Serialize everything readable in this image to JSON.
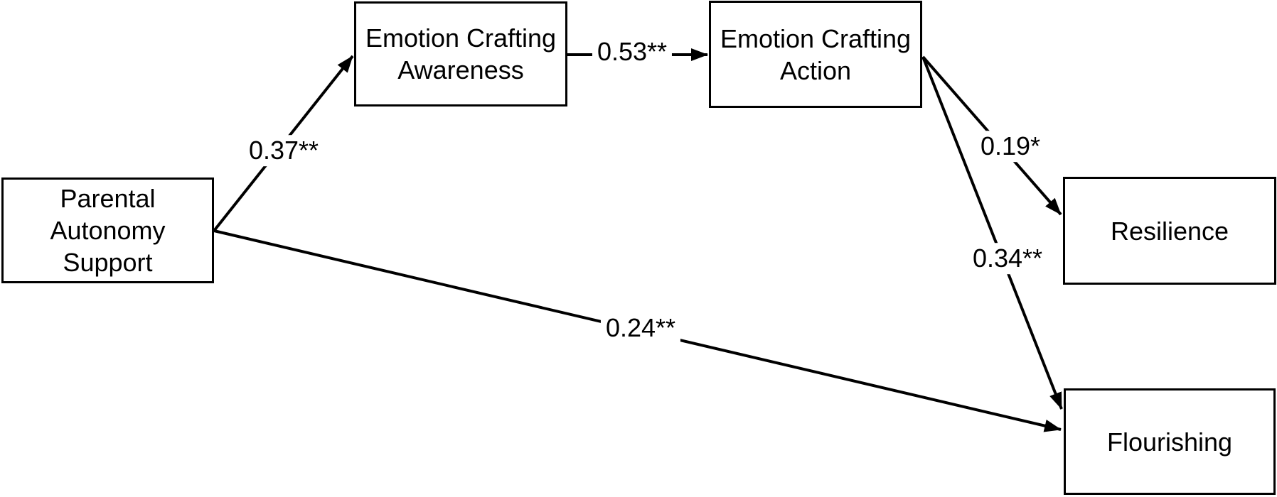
{
  "figure": {
    "background_color": "#ffffff",
    "stroke_color": "#000000",
    "nodes": [
      {
        "id": "parental-autonomy-support",
        "label": "Parental\nAutonomy\nSupport"
      },
      {
        "id": "emotion-crafting-awareness",
        "label": "Emotion Crafting\nAwareness"
      },
      {
        "id": "emotion-crafting-action",
        "label": "Emotion Crafting\nAction"
      },
      {
        "id": "resilience",
        "label": "Resilience"
      },
      {
        "id": "flourishing",
        "label": "Flourishing"
      }
    ],
    "paths": [
      {
        "from": "parental-autonomy-support",
        "to": "emotion-crafting-awareness",
        "coefficient": "0.37**"
      },
      {
        "from": "emotion-crafting-awareness",
        "to": "emotion-crafting-action",
        "coefficient": "0.53**"
      },
      {
        "from": "emotion-crafting-action",
        "to": "resilience",
        "coefficient": "0.19*"
      },
      {
        "from": "emotion-crafting-action",
        "to": "flourishing",
        "coefficient": "0.34**"
      },
      {
        "from": "parental-autonomy-support",
        "to": "flourishing",
        "coefficient": "0.24**"
      }
    ]
  }
}
